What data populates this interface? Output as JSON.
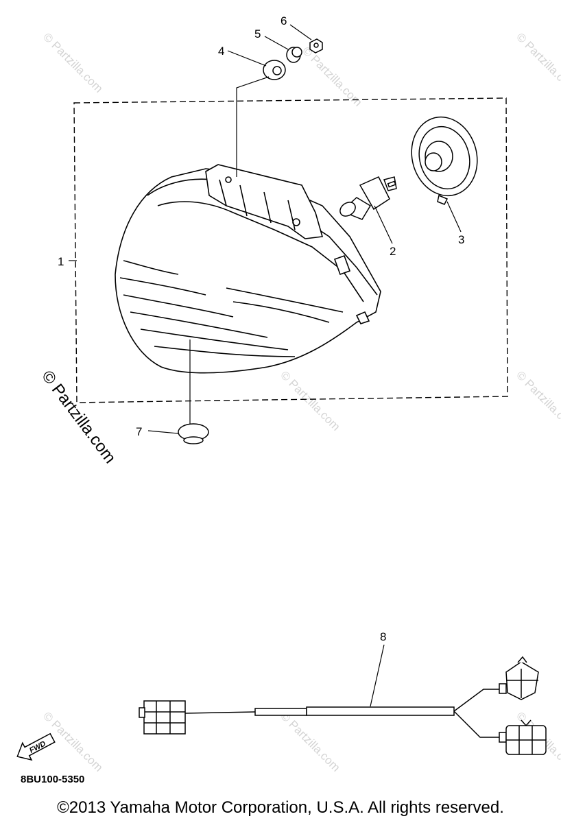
{
  "callouts": [
    "1",
    "2",
    "3",
    "4",
    "5",
    "6",
    "7",
    "8"
  ],
  "fwd_label": "FWD",
  "part_code": "8BU100-5350",
  "watermark_text": "© Partzilla.com",
  "copyright": "©2013 Yamaha Motor Corporation, U.S.A. All rights reserved.",
  "colors": {
    "line": "#000000",
    "watermark": "#d4d4d4",
    "background": "#ffffff"
  },
  "parts": [
    {
      "ref": "1",
      "name": "headlight-assembly"
    },
    {
      "ref": "2",
      "name": "bulb"
    },
    {
      "ref": "3",
      "name": "bulb-socket-cover"
    },
    {
      "ref": "4",
      "name": "grommet"
    },
    {
      "ref": "5",
      "name": "collar"
    },
    {
      "ref": "6",
      "name": "nut"
    },
    {
      "ref": "7",
      "name": "grommet-bottom"
    },
    {
      "ref": "8",
      "name": "lead-wire-harness"
    }
  ]
}
